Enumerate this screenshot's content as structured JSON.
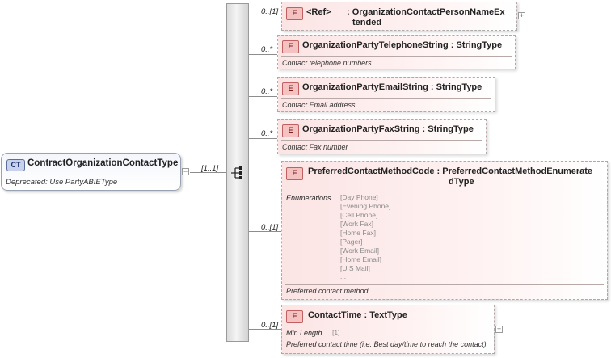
{
  "complex_type": {
    "badge": "CT",
    "name": "ContractOrganizationContactType",
    "doc": "Deprecated: Use PartyABIEType",
    "collapse_glyph": "−"
  },
  "sequence": {
    "occurrence": "[1..1]",
    "icon": "sequence-compositor-icon"
  },
  "elements": [
    {
      "badge": "E",
      "ref_label": "<Ref>",
      "name_line1": ": OrganizationContactPersonNameEx",
      "name_line2": "tended",
      "occurrence": "0..[1]",
      "expand_glyph": "+"
    },
    {
      "badge": "E",
      "name": "OrganizationPartyTelephoneString : StringType",
      "doc": "Contact telephone numbers",
      "occurrence": "0..*"
    },
    {
      "badge": "E",
      "name": "OrganizationPartyEmailString : StringType",
      "doc": "Contact Email address",
      "occurrence": "0..*"
    },
    {
      "badge": "E",
      "name": "OrganizationPartyFaxString : StringType",
      "doc": "Contact Fax number",
      "occurrence": "0..*"
    },
    {
      "badge": "E",
      "name_line1": "PreferredContactMethodCode : PreferredContactMethodEnumerate",
      "name_line2": "dType",
      "facet_label": "Enumerations",
      "enumerations": [
        "[Day Phone]",
        "[Evening Phone]",
        "[Cell Phone]",
        "[Work Fax]",
        "[Home Fax]",
        "[Pager]",
        "[Work Email]",
        "[Home Email]",
        "[U S Mail]",
        "..."
      ],
      "doc": "Preferred contact method",
      "occurrence": "0..[1]"
    },
    {
      "badge": "E",
      "name": "ContactTime : TextType",
      "facet_label": "Min Length",
      "facet_value": "[1]",
      "doc": "Preferred contact time (i.e. Best day/time to reach the contact).",
      "occurrence": "0..[1]",
      "expand_glyph": "+"
    }
  ]
}
